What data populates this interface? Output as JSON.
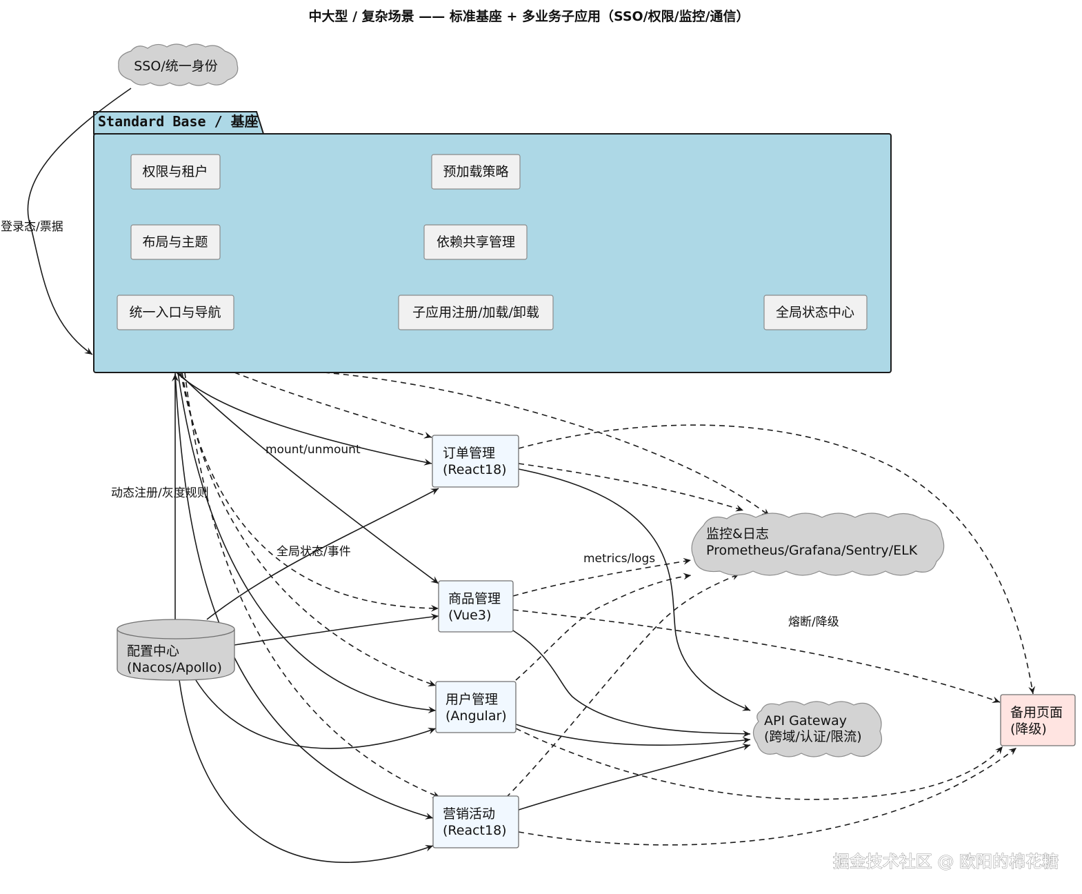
{
  "title": "中大型 / 复杂场景 —— 标准基座 + 多业务子应用（SSO/权限/监控/通信）",
  "sso": "SSO/统一身份",
  "package": {
    "label": "Standard Base / 基座",
    "modules": {
      "auth": "权限与租户",
      "layout": "布局与主题",
      "entry": "统一入口与导航",
      "preload": "预加载策略",
      "deps": "依赖共享管理",
      "registry": "子应用注册/加载/卸载",
      "state": "全局状态中心"
    }
  },
  "apps": {
    "order": {
      "line1": "订单管理",
      "line2": "(React18)"
    },
    "product": {
      "line1": "商品管理",
      "line2": "(Vue3)"
    },
    "user": {
      "line1": "用户管理",
      "line2": "(Angular)"
    },
    "marketing": {
      "line1": "营销活动",
      "line2": "(React18)"
    }
  },
  "config_center": {
    "line1": "配置中心",
    "line2": "(Nacos/Apollo)"
  },
  "monitor": {
    "line1": "监控&日志",
    "line2": "Prometheus/Grafana/Sentry/ELK"
  },
  "gateway": {
    "line1": "API Gateway",
    "line2": "(跨域/认证/限流)"
  },
  "fallback": {
    "line1": "备用页面",
    "line2": "(降级)"
  },
  "edge_labels": {
    "login": "登录态/票据",
    "mount": "mount/unmount",
    "dynamic": "动态注册/灰度规则",
    "global_state": "全局状态/事件",
    "metrics": "metrics/logs",
    "circuit": "熔断/降级"
  },
  "watermark": "掘金技术社区 @ 欧阳的棉花糖",
  "colors": {
    "package_fill": "#add8e6",
    "module_fill": "#f1f1f1",
    "app_fill": "#f1f8ff",
    "cloud_fill": "#d3d3d3",
    "fallback_fill": "#ffe4e1"
  }
}
